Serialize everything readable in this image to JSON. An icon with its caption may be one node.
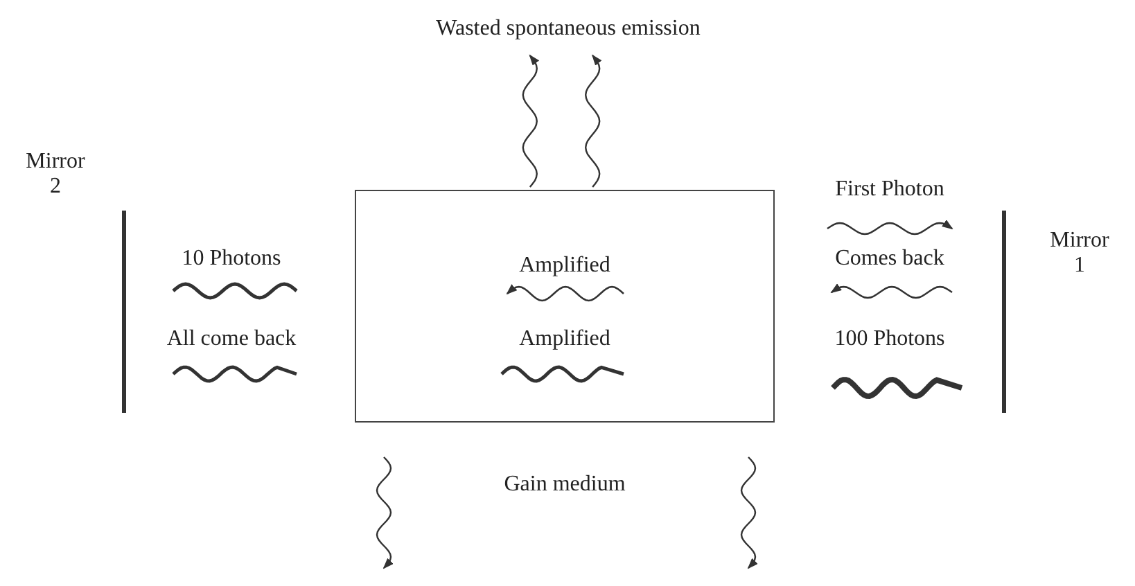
{
  "diagram": {
    "nodes": [
      {
        "text": [
          "Amplified",
          "Amplified",
          "Gain medium"
        ]
      },
      {
        "text": [],
        "shape": "bar",
        "beside": [
          "Mirror 2"
        ]
      },
      {
        "text": [],
        "shape": "bar",
        "beside": [
          "Mirror 1"
        ]
      },
      {
        "text": [
          "Wasted spontaneous emission"
        ]
      }
    ],
    "edges": [
      {
        "from": 0,
        "to": 3,
        "arrow": "to"
      },
      {
        "from": 0,
        "to": 3,
        "arrow": "to"
      }
    ],
    "labels": [
      "10 Photons",
      "All come back",
      "First Photon",
      "Comes back",
      "100 Photons"
    ]
  }
}
